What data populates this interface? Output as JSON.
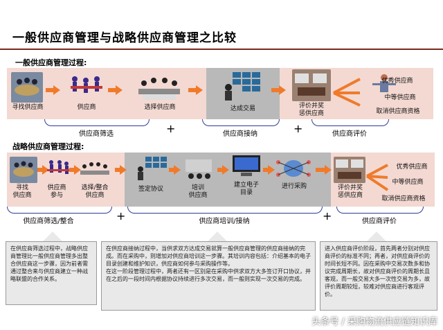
{
  "title": "一般供应商管理与战略供应商管理之比较",
  "general": {
    "heading": "一般供应商管理过程:",
    "steps": [
      "寻找供应商",
      "供应商",
      "选择供应商",
      "达成交易",
      "评价并奖\n惩供应商"
    ],
    "side_labels": [
      "优秀供应商",
      "中等供应商",
      "取消供应商资格"
    ],
    "braces": [
      "供应商筛选",
      "供应商接纳",
      "供应商评价"
    ],
    "plus": "+"
  },
  "strategic": {
    "heading": "战略供应商管理过程:",
    "steps": [
      "寻找\n供应商",
      "供应商\n参与",
      "选择/整合\n供应商",
      "签定协议",
      "培训\n供应商",
      "建立电子\n目录",
      "进行采购",
      "评价并奖\n惩供应商"
    ],
    "side_labels": [
      "优秀供应商",
      "中等供应商",
      "取消供应商资格"
    ],
    "braces": [
      "供应商筛选/整合",
      "供应商培训/接纳",
      "供应商评价"
    ],
    "plus": "+"
  },
  "notes": [
    "在供应商筛选过程中，战略供应商管理比一般供应商管理多出整合供应商这一步骤，因为前者需通过整合来与供应商建立一种战略联盟的合作关系。",
    "在供应商接纳过程中，当供求双方达成交易就算一般供应商管理的供应商接纳的完成。而在采购中，则增加对供应商培训这一步骤。其培训内容包括：介绍基本的电子目录创建和维护知识，供应商如何参与采购操作等。",
    "在这一阶段管理过程中，两者还有一区别是在采购中供求双方大多签订开口协议，并在之后的一段时间内根据协议持续进行多次交易，而一般则实现一次交易的完成。",
    "进入供应商评价阶段，首先两者分别对供应商评价的标准不同；再者，对供应商评价的时间长短不同。因在采购中交易次数多和协议完成周期长，故对供应商评价的周期长且客观，而一般交易大多一次性交易为多，故评价周期较短，较难对供应商进行客观评价。"
  ],
  "watermark": "头条号 / 采购物流供应链知识库",
  "colors": {
    "band": "#f3d9d2",
    "gray": "#b9b9b9",
    "arrow": "#f07a2a",
    "brace": "#2a3a9a",
    "title_line": "#7a2a1a"
  }
}
